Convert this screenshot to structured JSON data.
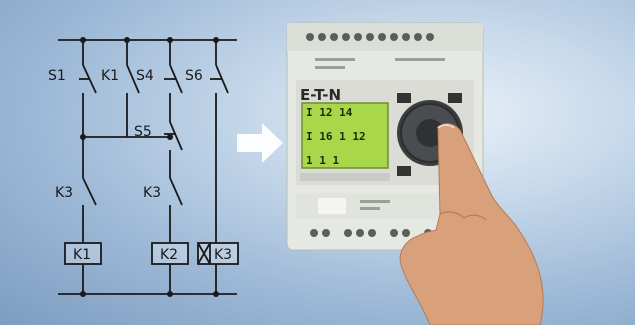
{
  "schematic": {
    "labels": {
      "s1": "S1",
      "k1": "K1",
      "s4": "S4",
      "s6": "S6",
      "s5": "S5",
      "k3_left": "K3",
      "k3_mid": "K3"
    },
    "coils": {
      "coil1": "K1",
      "coil2": "K2",
      "coil3": "K3"
    }
  },
  "device": {
    "brand": "E-T-N",
    "lcd_lines": [
      "I 12   14",
      "",
      "I 16 1   12",
      "",
      "1 1 1"
    ]
  },
  "colors": {
    "background": "#a9c3df",
    "device_body": "#e9ece7",
    "lcd": "#a8d84a",
    "line": "#1a1a1a"
  }
}
